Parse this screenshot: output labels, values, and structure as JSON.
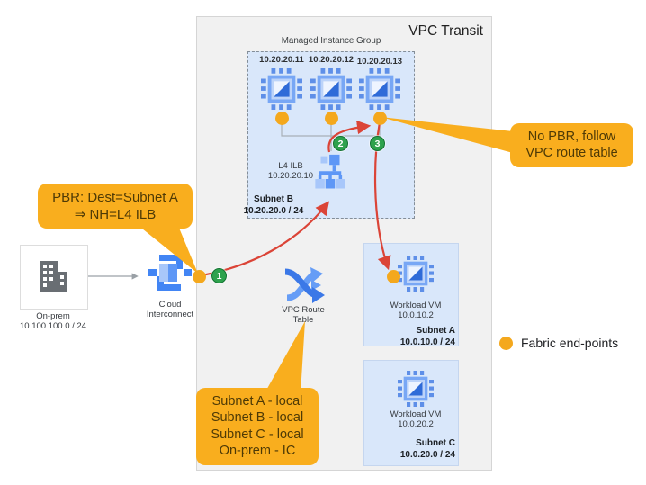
{
  "outer": {
    "title": "VPC Transit"
  },
  "mig": {
    "label": "Managed Instance Group",
    "vm_ips": [
      "10.20.20.11",
      "10.20.20.12",
      "10.20.20.13"
    ],
    "ilb_name": "L4 ILB",
    "ilb_ip": "10.20.20.10",
    "subnet_name": "Subnet B",
    "subnet_cidr": "10.20.20.0 / 24"
  },
  "subnet_a": {
    "vm_name": "Workload VM",
    "vm_ip": "10.0.10.2",
    "name": "Subnet A",
    "cidr": "10.0.10.0 / 24"
  },
  "subnet_c": {
    "vm_name": "Workload VM",
    "vm_ip": "10.0.20.2",
    "name": "Subnet C",
    "cidr": "10.0.20.0 / 24"
  },
  "onprem": {
    "name": "On-prem",
    "cidr": "10.100.100.0 / 24"
  },
  "interconnect": {
    "label_line1": "Cloud",
    "label_line2": "Interconnect"
  },
  "route_table": {
    "label_line1": "VPC Route",
    "label_line2": "Table"
  },
  "callout_pbr": {
    "line1": "PBR: Dest=Subnet A",
    "line2": "⇒ NH=L4 ILB"
  },
  "callout_no_pbr": {
    "line1": "No PBR, follow",
    "line2": "VPC route table"
  },
  "callout_routes": {
    "lines": [
      "Subnet A - local",
      "Subnet B - local",
      "Subnet C - local",
      "On-prem - IC"
    ]
  },
  "legend": {
    "label": "Fabric end-points"
  },
  "markers": {
    "hop1": "1",
    "hop2": "2",
    "hop3": "3"
  },
  "colors": {
    "callout_orange": "#F9AE1E",
    "endpoint_dot_orange": "#F4A81D",
    "arrow_red": "#DB4437",
    "marker_green": "#2EA24D",
    "icon_blue": "#4285F4",
    "subnet_fill": "#D9E7FA"
  }
}
